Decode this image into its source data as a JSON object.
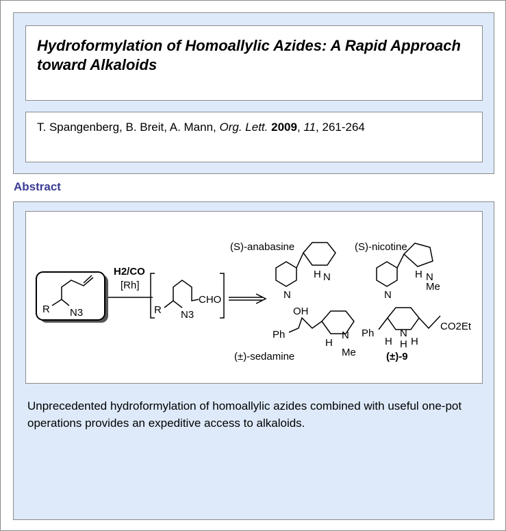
{
  "article": {
    "title": "Hydroformylation of Homoallylic Azides: A Rapid Approach toward Alkaloids",
    "authors": "T. Spangenberg, B. Breit, A. Mann, ",
    "journal": "Org. Lett.",
    "year": "2009",
    "volume": "11",
    "pages": ", 261-264"
  },
  "abstract": {
    "heading": "Abstract",
    "text": "Unprecedented hydroformylation of homoallylic azides combined with useful one-pot operations provides an expeditive access to alkaloids."
  },
  "scheme": {
    "reagent_gas": "H2/CO",
    "catalyst": "[Rh]",
    "substrate_r": "R",
    "substrate_n3": "N3",
    "intermediate_cho": "CHO",
    "anabasine_label": "(S)-anabasine",
    "nicotine_label": "(S)-nicotine",
    "sedamine_label": "(±)-sedamine",
    "compound9_label": "(±)-9",
    "ph": "Ph",
    "oh": "OH",
    "h": "H",
    "n": "N",
    "me": "Me",
    "co2et": "CO2Et"
  }
}
